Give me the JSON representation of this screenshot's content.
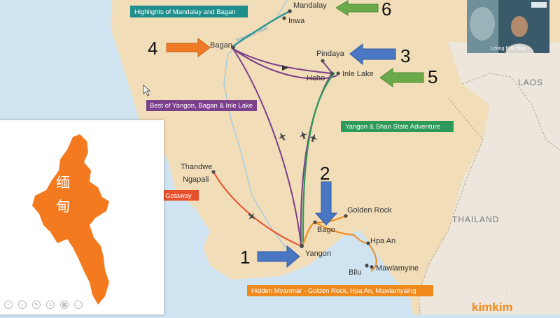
{
  "map": {
    "cities": {
      "mandalay": "Mandalay",
      "inwa": "Inwa",
      "bagan": "Bagan",
      "pindaya": "Pindaya",
      "heho": "Heho",
      "inle": "Inle Lake",
      "thandwe": "Thandwe",
      "ngapali": "Ngapali",
      "golden_rock": "Golden Rock",
      "bago": "Bago",
      "hpa_an": "Hpa An",
      "yangon": "Yangon",
      "bilu": "Bilu",
      "mawlamyine": "Mawlamyine"
    },
    "countries": {
      "laos": "LAOS",
      "thailand": "THAILAND"
    },
    "river_label": "Irrawaddy River",
    "routes": {
      "highlights": "Highlights of Mandalay and Bagan",
      "best_of": "Best of Yangon, Bagan & Inle Lake",
      "shan": "Yangon & Shan State Adventure",
      "beach": "each Getaway",
      "hidden": "Hidden Myanmar - Golden Rock, Hpa An, Mawlamyaing"
    },
    "route_colors": {
      "highlights": "#1e8f8c",
      "best_of": "#7b3f8c",
      "shan": "#2e9a5a",
      "beach": "#e8502c",
      "hidden": "#f08a1c"
    }
  },
  "annotations": {
    "n1": "1",
    "n2": "2",
    "n3": "3",
    "n4": "4",
    "n5": "5",
    "n6": "6"
  },
  "inset": {
    "label_line1": "缅",
    "label_line2": "甸",
    "shape_color": "#f47a20"
  },
  "video": {
    "participant_name": "Leong Kok Hing"
  },
  "branding": {
    "zoom": "zoom",
    "kimkim": "kimkim"
  },
  "controls": {
    "icons": [
      "previous-icon",
      "next-icon",
      "pen-icon",
      "eraser-icon",
      "grid-icon",
      "more-icon"
    ]
  }
}
